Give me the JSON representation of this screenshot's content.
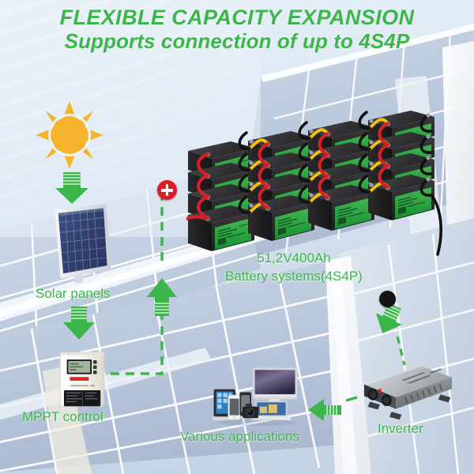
{
  "header": {
    "title_line1": "FLEXIBLE CAPACITY EXPANSION",
    "title_line2": "Supports connection of up to 4S4P",
    "title_color": "#3cb54a"
  },
  "labels": {
    "battery_spec": "51,2V400Ah",
    "battery_system": "Battery systems(4S4P)",
    "solar_panels": "Solar panels",
    "mppt_control": "MPPT control",
    "various_applications": "Various applications",
    "inverter": "Inverter"
  },
  "diagram": {
    "nodes": [
      {
        "id": "sun",
        "name": "sun-icon",
        "label": "",
        "color": "#f5b42b"
      },
      {
        "id": "solar-panel",
        "name": "solar-panel",
        "label": "Solar panels",
        "color": "#2f3f78"
      },
      {
        "id": "mppt",
        "name": "mppt-controller",
        "label": "MPPT control",
        "color": "#f0efe9"
      },
      {
        "id": "battery-bank",
        "name": "battery-bank",
        "label": "Battery systems(4S4P)",
        "color": "#2b2b2b"
      },
      {
        "id": "inverter",
        "name": "inverter",
        "label": "Inverter",
        "color": "#b9bdc0"
      },
      {
        "id": "applications",
        "name": "application-devices",
        "label": "Various applications",
        "color": "#d8dce0"
      }
    ],
    "flows": [
      {
        "from": "sun",
        "to": "solar-panel",
        "style": "solid-arrow",
        "direction": "down"
      },
      {
        "from": "solar-panel",
        "to": "mppt",
        "style": "solid-arrow",
        "direction": "down"
      },
      {
        "from": "mppt",
        "to": "battery-bank",
        "style": "dashed",
        "direction": "up"
      },
      {
        "from": "battery-bank",
        "to": "inverter",
        "style": "solid-arrow",
        "direction": "down-right"
      },
      {
        "from": "inverter",
        "to": "applications",
        "style": "solid-arrow",
        "direction": "left"
      }
    ],
    "arrow_color": "#3cb54a",
    "terminals": [
      {
        "id": "positive",
        "symbol": "+",
        "color": "#e01b22"
      },
      {
        "id": "negative",
        "symbol": "",
        "color": "#141414"
      }
    ]
  },
  "battery_bank": {
    "rows": 4,
    "columns": 4,
    "configuration": "4S4P",
    "case_color": "#262626",
    "label_color": "#2db34a",
    "cables": [
      {
        "name": "positive-cable",
        "color": "#d42027"
      },
      {
        "name": "link-cable",
        "color": "#f2c20c"
      },
      {
        "name": "negative-cable",
        "color": "#111111"
      }
    ]
  }
}
